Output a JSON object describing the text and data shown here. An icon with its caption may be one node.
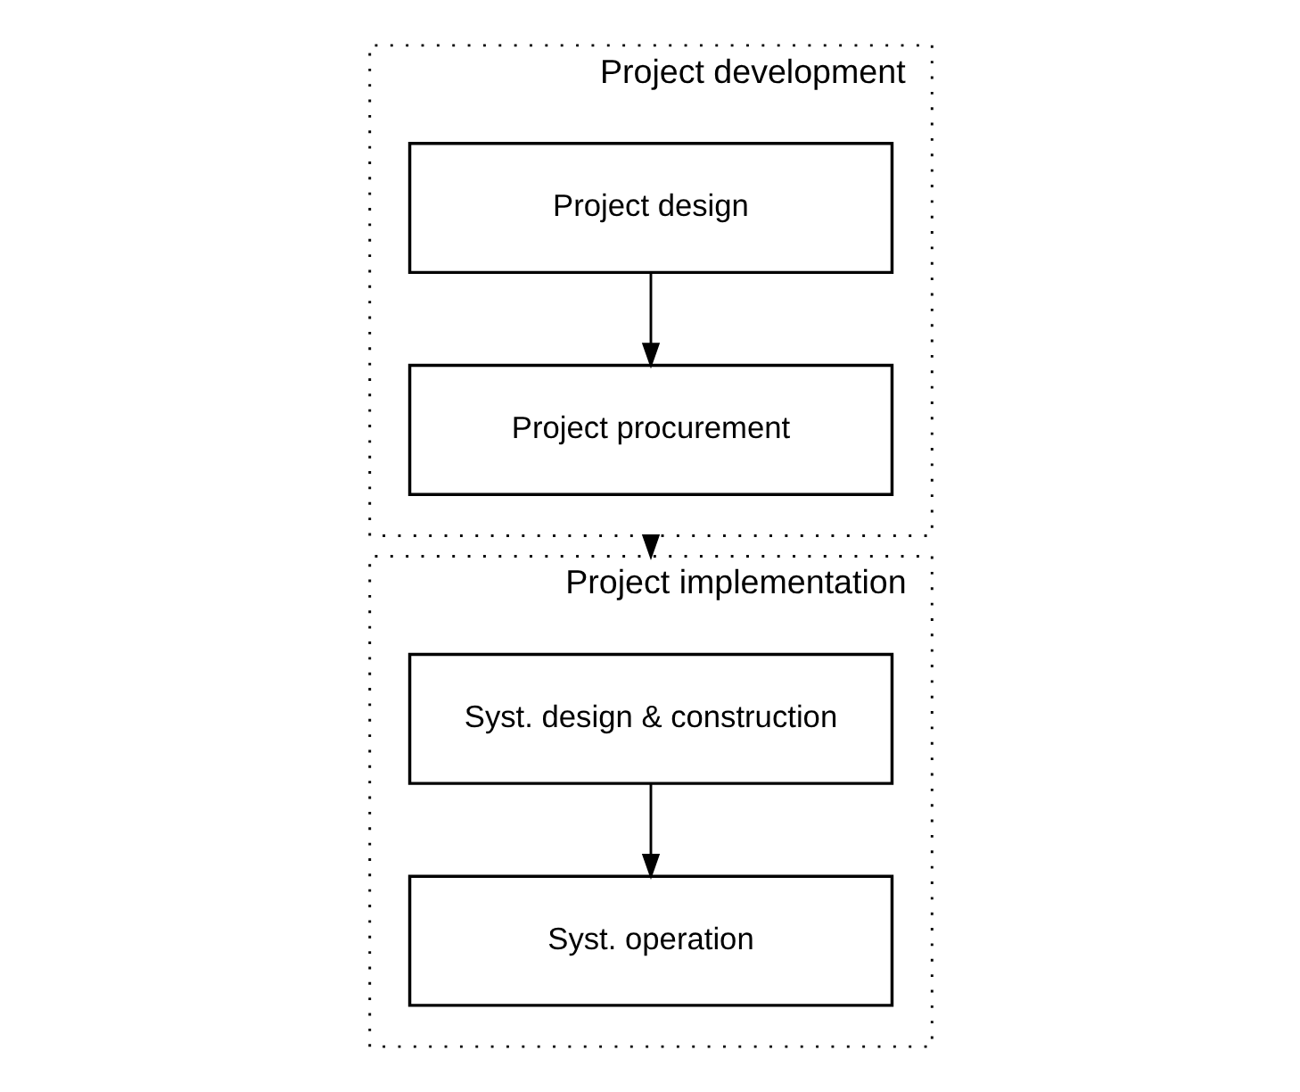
{
  "diagram": {
    "nodes": [
      {
        "text": [
          "Project development"
        ]
      },
      {
        "text": [
          "Project design"
        ],
        "in": 0
      },
      {
        "text": [
          "Project procurement"
        ],
        "in": 0
      },
      {
        "text": [
          "Project implementation"
        ]
      },
      {
        "text": [
          "Syst. design & construction"
        ],
        "in": 3
      },
      {
        "text": [
          "Syst. operation"
        ],
        "in": 3
      }
    ],
    "edges": [
      {
        "from": 1,
        "to": 2,
        "arrow": "to"
      },
      {
        "from": 0,
        "to": 3,
        "arrow": "to"
      },
      {
        "from": 4,
        "to": 5,
        "arrow": "to"
      }
    ]
  }
}
